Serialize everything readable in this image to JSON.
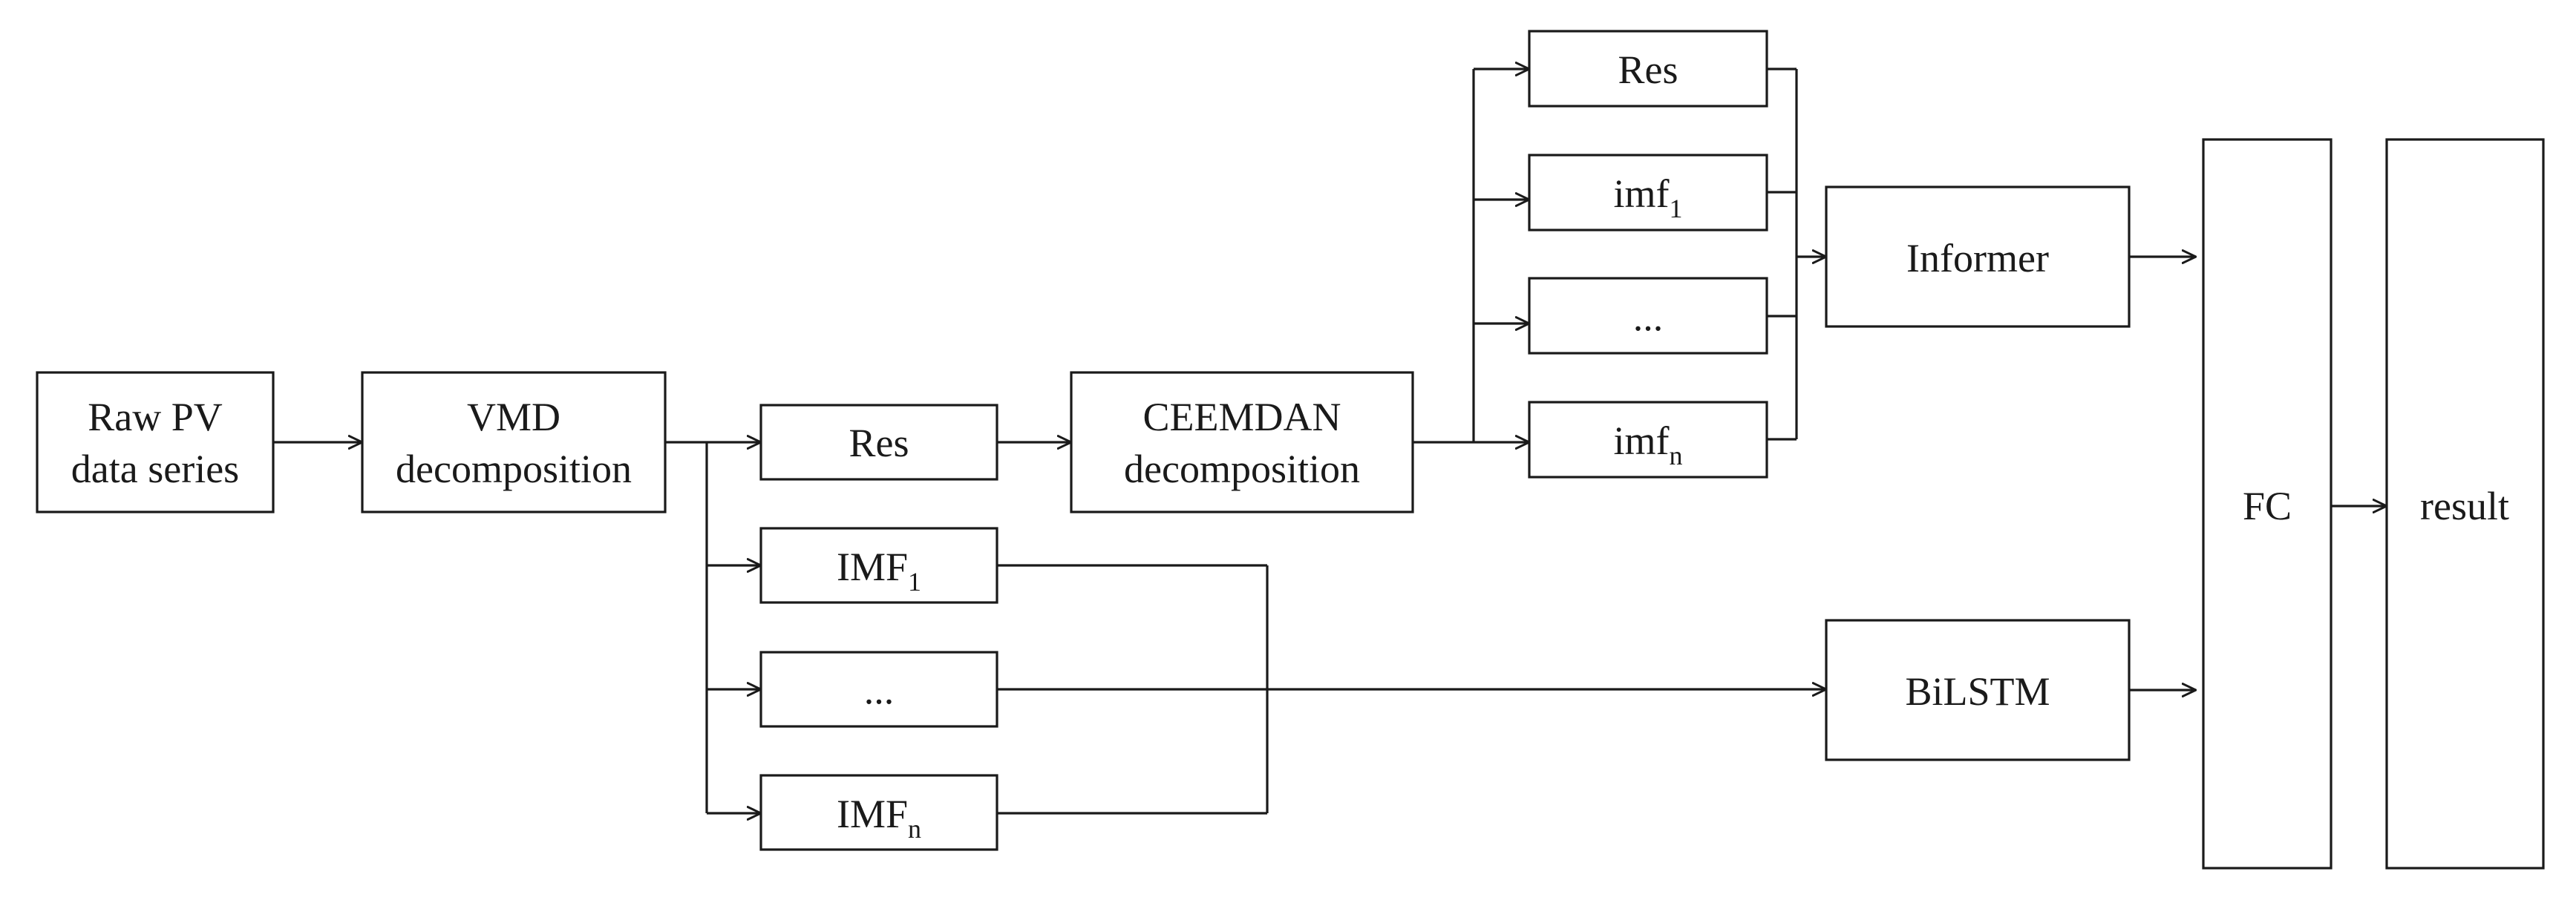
{
  "nodes": {
    "raw_pv": {
      "line1": "Raw PV",
      "line2": "data series"
    },
    "vmd": {
      "line1": "VMD",
      "line2": "decomposition"
    },
    "vmd_res": {
      "text": "Res"
    },
    "imf_1": {
      "text": "IMF",
      "sub": "1"
    },
    "imf_dots": {
      "text": "..."
    },
    "imf_n": {
      "text": "IMF",
      "sub": "n"
    },
    "ceemdan": {
      "line1": "CEEMDAN",
      "line2": "decomposition"
    },
    "ceemdan_res": {
      "text": "Res"
    },
    "imf_lower_1": {
      "text": "imf",
      "sub": "1"
    },
    "imf_lower_dots": {
      "text": "..."
    },
    "imf_lower_n": {
      "text": "imf",
      "sub": "n"
    },
    "informer": {
      "text": "Informer"
    },
    "bilstm": {
      "text": "BiLSTM"
    },
    "fc": {
      "text": "FC"
    },
    "result": {
      "text": "result"
    }
  },
  "colors": {
    "stroke": "#1a1a1a",
    "fill": "#ffffff",
    "background": "#ffffff"
  }
}
